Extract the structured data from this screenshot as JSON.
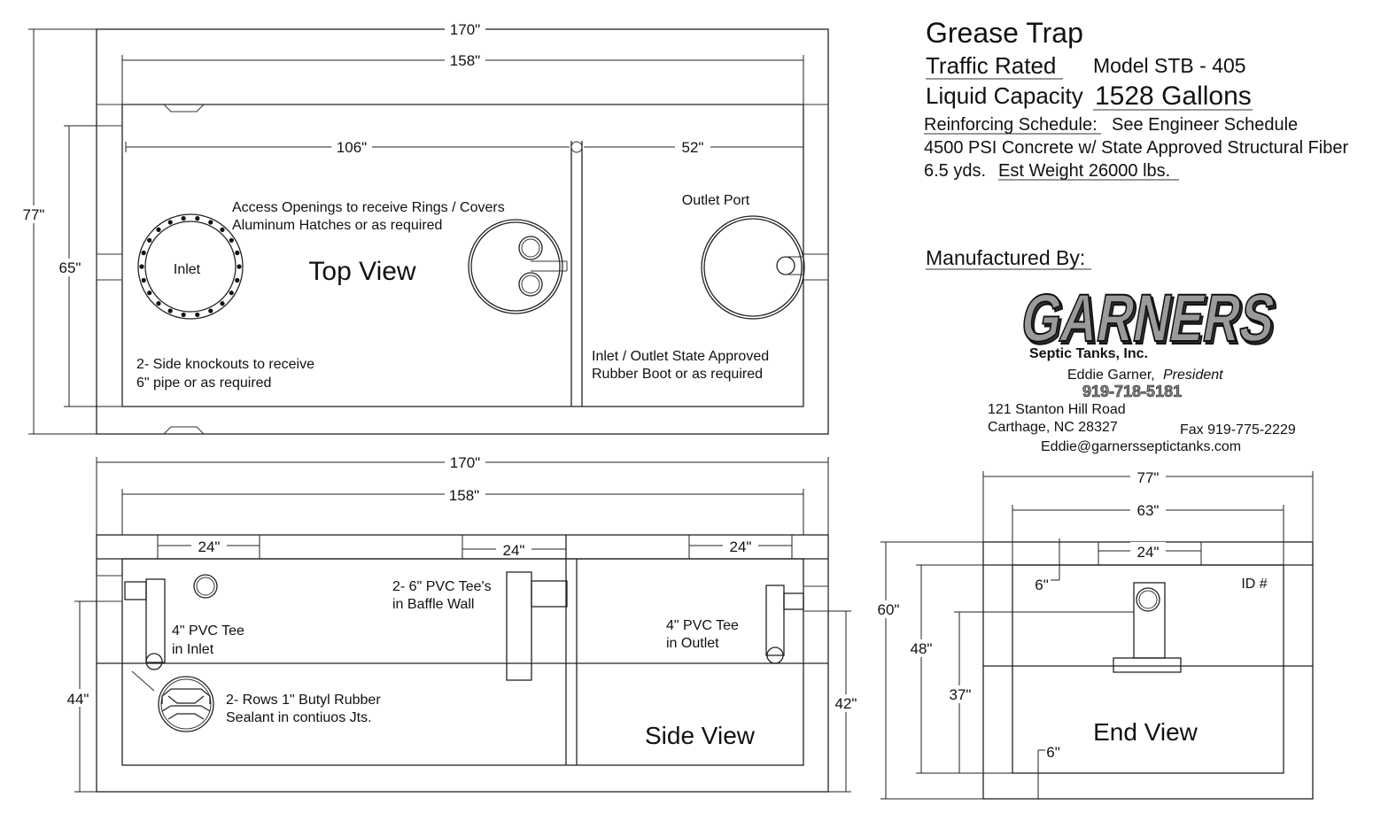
{
  "title": {
    "name": "Grease Trap",
    "traffic": "Traffic Rated",
    "model": "Model STB - 405",
    "capacity_label": "Liquid Capacity",
    "capacity_value": "1528 Gallons",
    "reinforcing_label": "Reinforcing Schedule:",
    "reinforcing_value": "See Engineer Schedule",
    "concrete": "4500 PSI Concrete w/ State Approved Structural Fiber",
    "yards": "6.5 yds.",
    "weight": "Est Weight  26000 lbs."
  },
  "manufacturer": {
    "heading": "Manufactured By:",
    "logo": "GARNERS",
    "company": "Septic Tanks, Inc.",
    "president_name": "Eddie Garner,",
    "president_title": "President",
    "phone": "919-718-5181",
    "address1": "121 Stanton Hill Road",
    "address2": "Carthage, NC 28327",
    "fax": "Fax 919-775-2229",
    "email": "Eddie@garnersseptictanks.com"
  },
  "top_view": {
    "label": "Top View",
    "dims": {
      "overall": "170\"",
      "inner": "158\"",
      "left": "106\"",
      "right": "52\"",
      "height_outer": "77\"",
      "height_inner": "65\""
    },
    "access_note_1": "Access Openings to receive Rings / Covers",
    "access_note_2": "Aluminum Hatches or as required",
    "inlet": "Inlet",
    "outlet_port": "Outlet Port",
    "knockouts_1": "2- Side knockouts to receive",
    "knockouts_2": "6\" pipe or as required",
    "boot_1": "Inlet / Outlet  State Approved",
    "boot_2": "Rubber Boot or as required"
  },
  "side_view": {
    "label": "Side View",
    "dims": {
      "overall": "170\"",
      "inner": "158\"",
      "d24a": "24\"",
      "d24b": "24\"",
      "d24c": "24\"",
      "left_h": "44\"",
      "right_h": "42\""
    },
    "inlet_tee_1": "4\" PVC Tee",
    "inlet_tee_2": "in Inlet",
    "baffle_1": "2- 6\" PVC Tee's",
    "baffle_2": "in Baffle Wall",
    "outlet_tee_1": "4\" PVC Tee",
    "outlet_tee_2": "in Outlet",
    "sealant_1": "2- Rows 1\" Butyl Rubber",
    "sealant_2": "Sealant in contiuos Jts."
  },
  "end_view": {
    "label": "End View",
    "id_label": "ID #",
    "dims": {
      "outer": "77\"",
      "inner": "63\"",
      "opening": "24\"",
      "top": "6\"",
      "bottom": "6\"",
      "height": "60\"",
      "inner_h": "48\"",
      "tee_h": "37\""
    }
  }
}
